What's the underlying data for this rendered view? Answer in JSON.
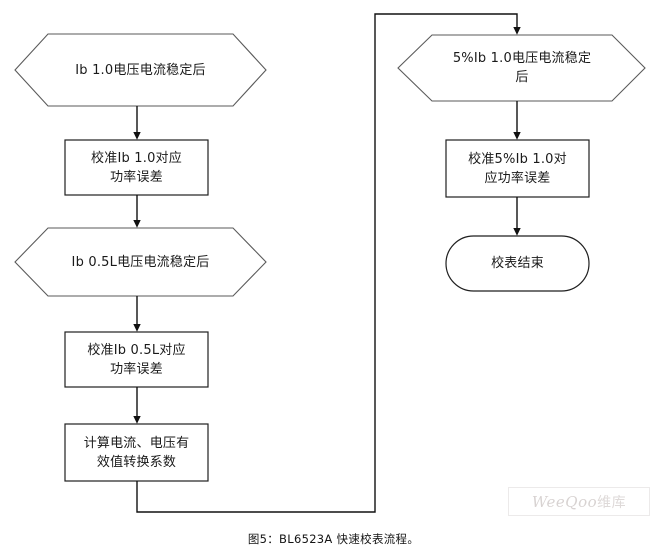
{
  "figure": {
    "caption": "图5：BL6523A 快速校表流程。",
    "watermark": {
      "latin": "WeeQoo",
      "cn": "维库"
    },
    "colors": {
      "stroke": "#2b2b2b",
      "fill": "#ffffff",
      "text": "#1a1a1a",
      "watermark": "#d8d3d2"
    }
  },
  "flowchart": {
    "type": "flowchart",
    "orientation": "two-column-serpentine",
    "nodes": [
      {
        "id": "n1",
        "shape": "hexagon",
        "column": "left",
        "text": "Ib 1.0电压电流稳定后"
      },
      {
        "id": "n2",
        "shape": "rectangle",
        "column": "left",
        "text": "校准Ib 1.0对应\n功率误差"
      },
      {
        "id": "n3",
        "shape": "hexagon",
        "column": "left",
        "text": "Ib 0.5L电压电流稳定后"
      },
      {
        "id": "n4",
        "shape": "rectangle",
        "column": "left",
        "text": "校准Ib 0.5L对应\n功率误差"
      },
      {
        "id": "n5",
        "shape": "rectangle",
        "column": "left",
        "text": "计算电流、电压有\n效值转换系数"
      },
      {
        "id": "n6",
        "shape": "hexagon",
        "column": "right",
        "text": "5%Ib 1.0电压电流稳定\n后"
      },
      {
        "id": "n7",
        "shape": "rectangle",
        "column": "right",
        "text": "校准5%Ib 1.0对\n应功率误差"
      },
      {
        "id": "n8",
        "shape": "stadium",
        "column": "right",
        "text": "校表结束"
      }
    ],
    "edges": [
      {
        "from": "n1",
        "to": "n2",
        "style": "straight-down",
        "arrow": true
      },
      {
        "from": "n2",
        "to": "n3",
        "style": "straight-down",
        "arrow": true
      },
      {
        "from": "n3",
        "to": "n4",
        "style": "straight-down",
        "arrow": true
      },
      {
        "from": "n4",
        "to": "n5",
        "style": "straight-down",
        "arrow": true
      },
      {
        "from": "n5",
        "to": "n6",
        "style": "routed-around-top",
        "arrow": true
      },
      {
        "from": "n6",
        "to": "n7",
        "style": "straight-down",
        "arrow": true
      },
      {
        "from": "n7",
        "to": "n8",
        "style": "straight-down",
        "arrow": true
      }
    ]
  }
}
